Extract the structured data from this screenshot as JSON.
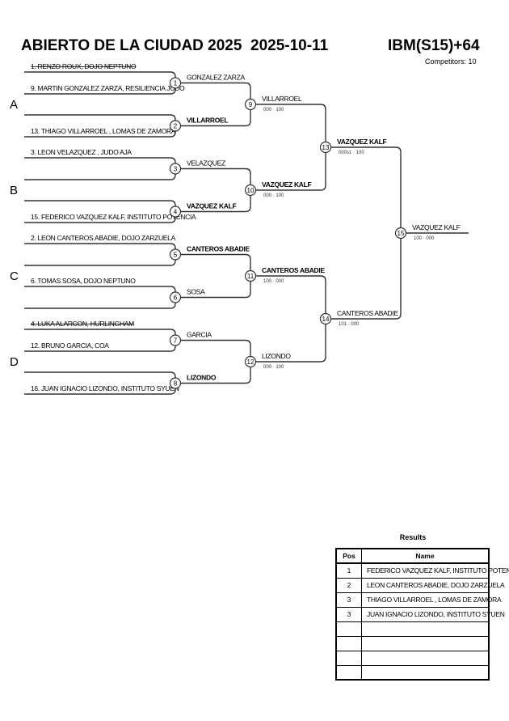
{
  "header": {
    "title": "ABIERTO DE LA CIUDAD 2025  2025-10-11",
    "category": "IBM(S15)+64",
    "competitors_label": "Competitors: 10"
  },
  "pools": [
    "A",
    "B",
    "C",
    "D"
  ],
  "entries": [
    {
      "label": "1. RENZO ROUX, DOJO NEPTUNO",
      "struck": true
    },
    {
      "label": "9. MARTIN GONZALEZ ZARZA, RESILIENCIA JUDO",
      "struck": false
    },
    {
      "label": "",
      "struck": false
    },
    {
      "label": "13. THIAGO  VILLARROEL , LOMAS DE ZAMORA",
      "struck": false
    },
    {
      "label": "3. LEON VELAZQUEZ , JUDO AJA",
      "struck": false
    },
    {
      "label": "",
      "struck": false
    },
    {
      "label": "",
      "struck": false
    },
    {
      "label": "15. FEDERICO VAZQUEZ KALF, INSTITUTO POTENCIA",
      "struck": false
    },
    {
      "label": "2. LEON CANTEROS ABADIE, DOJO ZARZUELA",
      "struck": false
    },
    {
      "label": "",
      "struck": false
    },
    {
      "label": "6. TOMAS SOSA, DOJO NEPTUNO",
      "struck": false
    },
    {
      "label": "",
      "struck": false
    },
    {
      "label": "4. LUKA ALARCON, HURLINGHAM",
      "struck": true
    },
    {
      "label": "12.  BRUNO GARCIA, COA",
      "struck": false
    },
    {
      "label": "",
      "struck": false
    },
    {
      "label": "16. JUAN IGNACIO LIZONDO, INSTITUTO SYUEN",
      "struck": false
    }
  ],
  "matches": [
    {
      "id": 1,
      "winner": "GONZALEZ ZARZA",
      "score": "",
      "bold": false
    },
    {
      "id": 2,
      "winner": "VILLARROEL",
      "score": "",
      "bold": true
    },
    {
      "id": 3,
      "winner": "VELAZQUEZ",
      "score": "",
      "bold": false
    },
    {
      "id": 4,
      "winner": "VAZQUEZ KALF",
      "score": "",
      "bold": true
    },
    {
      "id": 5,
      "winner": "CANTEROS ABADIE",
      "score": "",
      "bold": true
    },
    {
      "id": 6,
      "winner": "SOSA",
      "score": "",
      "bold": false
    },
    {
      "id": 7,
      "winner": "GARCIA",
      "score": "",
      "bold": false
    },
    {
      "id": 8,
      "winner": "LIZONDO",
      "score": "",
      "bold": true
    },
    {
      "id": 9,
      "winner": "VILLARROEL",
      "score": "000 · 100",
      "bold": false
    },
    {
      "id": 10,
      "winner": "VAZQUEZ KALF",
      "score": "000 · 100",
      "bold": true
    },
    {
      "id": 11,
      "winner": "CANTEROS ABADIE",
      "score": "100 · 000",
      "bold": true
    },
    {
      "id": 12,
      "winner": "LIZONDO",
      "score": "000 · 100",
      "bold": false
    },
    {
      "id": 13,
      "winner": "VAZQUEZ KALF",
      "score": "000s1 · 100",
      "bold": true
    },
    {
      "id": 14,
      "winner": "CANTEROS ABADIE",
      "score": "101 · 000",
      "bold": false
    },
    {
      "id": 15,
      "winner": "VAZQUEZ KALF",
      "score": "100 · 000",
      "bold": false
    }
  ],
  "results": {
    "title": "Results",
    "headers": {
      "pos": "Pos",
      "name": "Name"
    },
    "rows": [
      {
        "pos": "1",
        "name": "FEDERICO VAZQUEZ KALF, INSTITUTO POTENCIA"
      },
      {
        "pos": "2",
        "name": "LEON CANTEROS ABADIE, DOJO ZARZUELA"
      },
      {
        "pos": "3",
        "name": "THIAGO  VILLARROEL , LOMAS DE ZAMORA"
      },
      {
        "pos": "3",
        "name": "JUAN IGNACIO LIZONDO, INSTITUTO SYUEN"
      },
      {
        "pos": "",
        "name": ""
      },
      {
        "pos": "",
        "name": ""
      },
      {
        "pos": "",
        "name": ""
      },
      {
        "pos": "",
        "name": ""
      }
    ]
  }
}
